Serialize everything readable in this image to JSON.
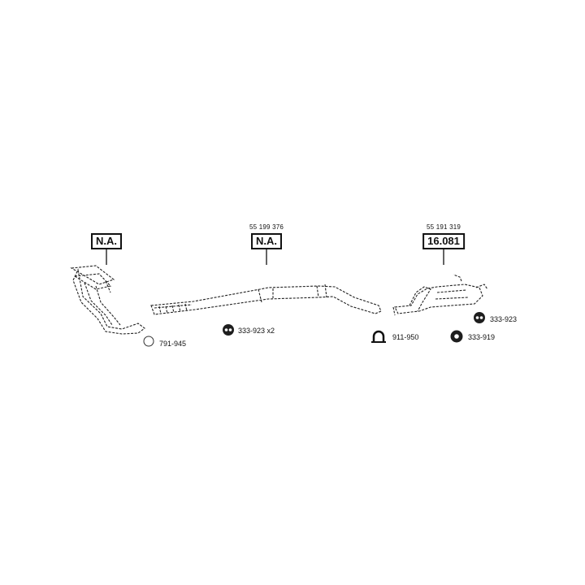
{
  "assemblies": [
    {
      "id": "front",
      "oem": "",
      "code": "N.A."
    },
    {
      "id": "middle",
      "oem": "55 199 376",
      "code": "N.A."
    },
    {
      "id": "rear",
      "oem": "55 191 319",
      "code": "16.081"
    }
  ],
  "parts": [
    {
      "id": "gasket",
      "icon": "gasket-ring-icon",
      "label": "791-945"
    },
    {
      "id": "hanger-mid",
      "icon": "rubber-hanger-icon",
      "label": "333-923 x2"
    },
    {
      "id": "clamp",
      "icon": "pipe-clamp-icon",
      "label": "911-950"
    },
    {
      "id": "hanger-rear",
      "icon": "rubber-hanger-icon",
      "label": "333-923"
    },
    {
      "id": "mount",
      "icon": "rubber-mount-icon",
      "label": "333-919"
    }
  ]
}
